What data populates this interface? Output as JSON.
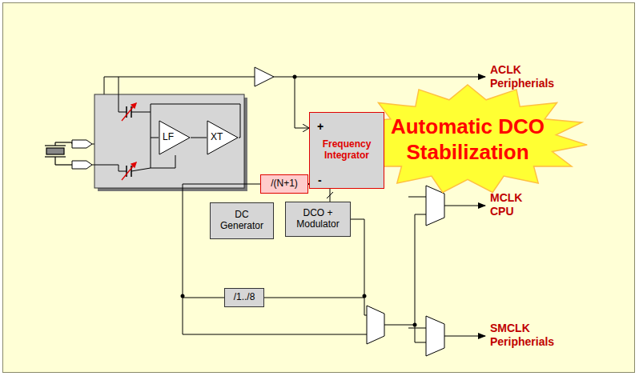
{
  "diagram": {
    "nodes": [
      {
        "text": [
          "LF"
        ]
      },
      {
        "text": [
          "XT"
        ]
      },
      {
        "text": [
          "Automatic DCO Stabilization"
        ]
      },
      {
        "text": [
          "Frequency Integrator"
        ]
      },
      {
        "text": [
          "/(N+1)"
        ]
      },
      {
        "text": [
          "DC Generator"
        ]
      },
      {
        "text": [
          "DCO + Modulator"
        ]
      },
      {
        "text": [
          "/1../8"
        ]
      }
    ],
    "edges": [
      {
        "from": 6,
        "to": 7,
        "arrow": "none"
      },
      {
        "from": 7,
        "to": 4,
        "arrow": "none"
      },
      {
        "from": 4,
        "to": 3,
        "arrow": "to"
      },
      {
        "from": 3,
        "to": 6,
        "arrow": "none"
      }
    ],
    "labels": [
      "+",
      "-",
      "ACLK",
      "Peripherials",
      "MCLK",
      "CPU",
      "SMCLK",
      "Peripherials"
    ]
  }
}
